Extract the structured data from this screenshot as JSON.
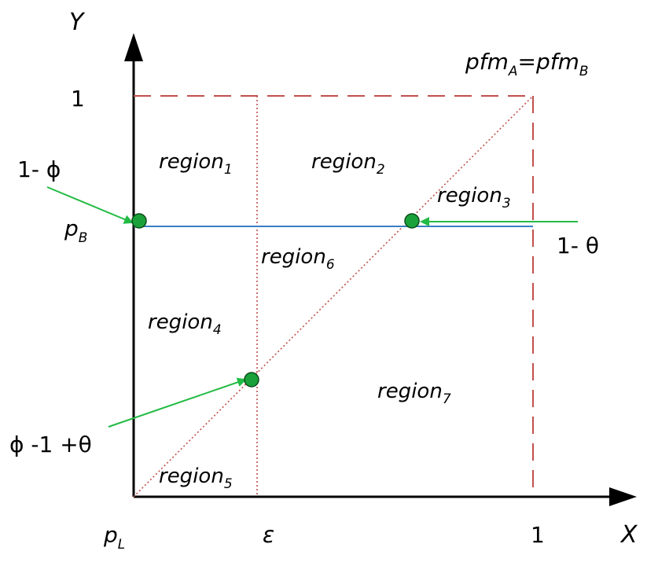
{
  "axes": {
    "y_label": "Y",
    "x_label": "X",
    "y_tick_1": "1",
    "x_tick_1": "1",
    "y_tick_pB": {
      "main": "p",
      "sub": "B"
    },
    "origin_pL": {
      "main": "p",
      "sub": "L"
    },
    "x_tick_eps": "ε"
  },
  "diagonal_label": {
    "left_main": "pfm",
    "left_sub": "A",
    "mid": "=pfm",
    "right_sub": "B"
  },
  "regions": [
    {
      "main": "region",
      "sub": "1"
    },
    {
      "main": "region",
      "sub": "2"
    },
    {
      "main": "region",
      "sub": "3"
    },
    {
      "main": "region",
      "sub": "4"
    },
    {
      "main": "region",
      "sub": "5"
    },
    {
      "main": "region",
      "sub": "6"
    },
    {
      "main": "region",
      "sub": "7"
    }
  ],
  "callouts": {
    "one_minus_phi": "1- ϕ",
    "one_minus_theta": "1- θ",
    "phi_minus_1_plus_theta": "ϕ -1 +θ"
  },
  "colors": {
    "axis": "#000000",
    "dashed_box": "#c0504d",
    "dotted": "#c0504d",
    "horizontal_line": "#3a7fc4",
    "arrow": "#22bb44",
    "point_fill": "#1aa13a",
    "point_stroke": "#0b4d1a"
  }
}
